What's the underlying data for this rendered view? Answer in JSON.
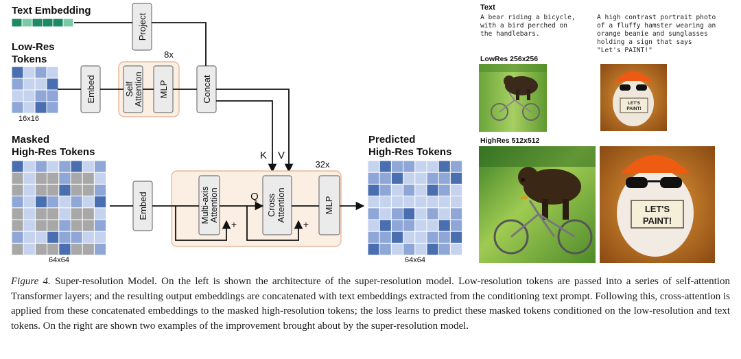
{
  "diagram": {
    "text_embedding": "Text Embedding",
    "project": "Project",
    "low_res_tokens_line1": "Low-Res",
    "low_res_tokens_line2": "Tokens",
    "grid_16": "16x16",
    "embed": "Embed",
    "self_attention_line1": "Self",
    "self_attention_line2": "Attention",
    "mlp": "MLP",
    "repeat_8x": "8x",
    "concat": "Concat",
    "masked_line1": "Masked",
    "masked_line2": "High-Res Tokens",
    "grid_64": "64x64",
    "multi_axis_line1": "Multi-axis",
    "multi_axis_line2": "Attention",
    "cross_attention_line1": "Cross",
    "cross_attention_line2": "Attention",
    "q": "Q",
    "k": "K",
    "v": "V",
    "plus": "+",
    "repeat_32x": "32x",
    "predicted_line1": "Predicted",
    "predicted_line2": "High-Res Tokens",
    "grid_64_out": "64x64"
  },
  "examples": {
    "text_header": "Text",
    "prompt1": [
      "A bear riding a bicycle,",
      "with a bird perched on",
      "the handlebars."
    ],
    "prompt2": [
      "A high contrast portrait photo",
      "of a fluffy hamster wearing an",
      "orange beanie and sunglasses",
      "holding a sign that says",
      "\"Let's PAINT!\""
    ],
    "lowres_label": "LowRes 256x256",
    "highres_label": "HighRes 512x512",
    "sign_text": [
      "LET'S",
      "PAINT!"
    ]
  },
  "caption": {
    "figure_label": "Figure 4.",
    "text": " Super-resolution Model.  On the left is shown the architecture of the super-resolution model.  Low-resolution tokens are passed into a series of self-attention Transformer layers; and the resulting output embeddings are concatenated with text embeddings extracted from the conditioning text prompt. Following this, cross-attention is applied from these concatenated embeddings to the masked high-resolution tokens; the loss learns to predict these masked tokens conditioned on the low-resolution and text tokens. On the right are shown two examples of the improvement brought about by the super-resolution model."
  },
  "colors": {
    "text_embed_dark": "#1e8a64",
    "text_embed_light": "#7cc9a8",
    "token_dark": "#4a6fb0",
    "token_mid": "#8ea7d6",
    "token_light": "#c5d3ee",
    "mask_gray": "#a8a8a8",
    "box_fill": "#ebebeb",
    "group_fill": "#fbeee2",
    "group_stroke": "#e7b89a"
  }
}
